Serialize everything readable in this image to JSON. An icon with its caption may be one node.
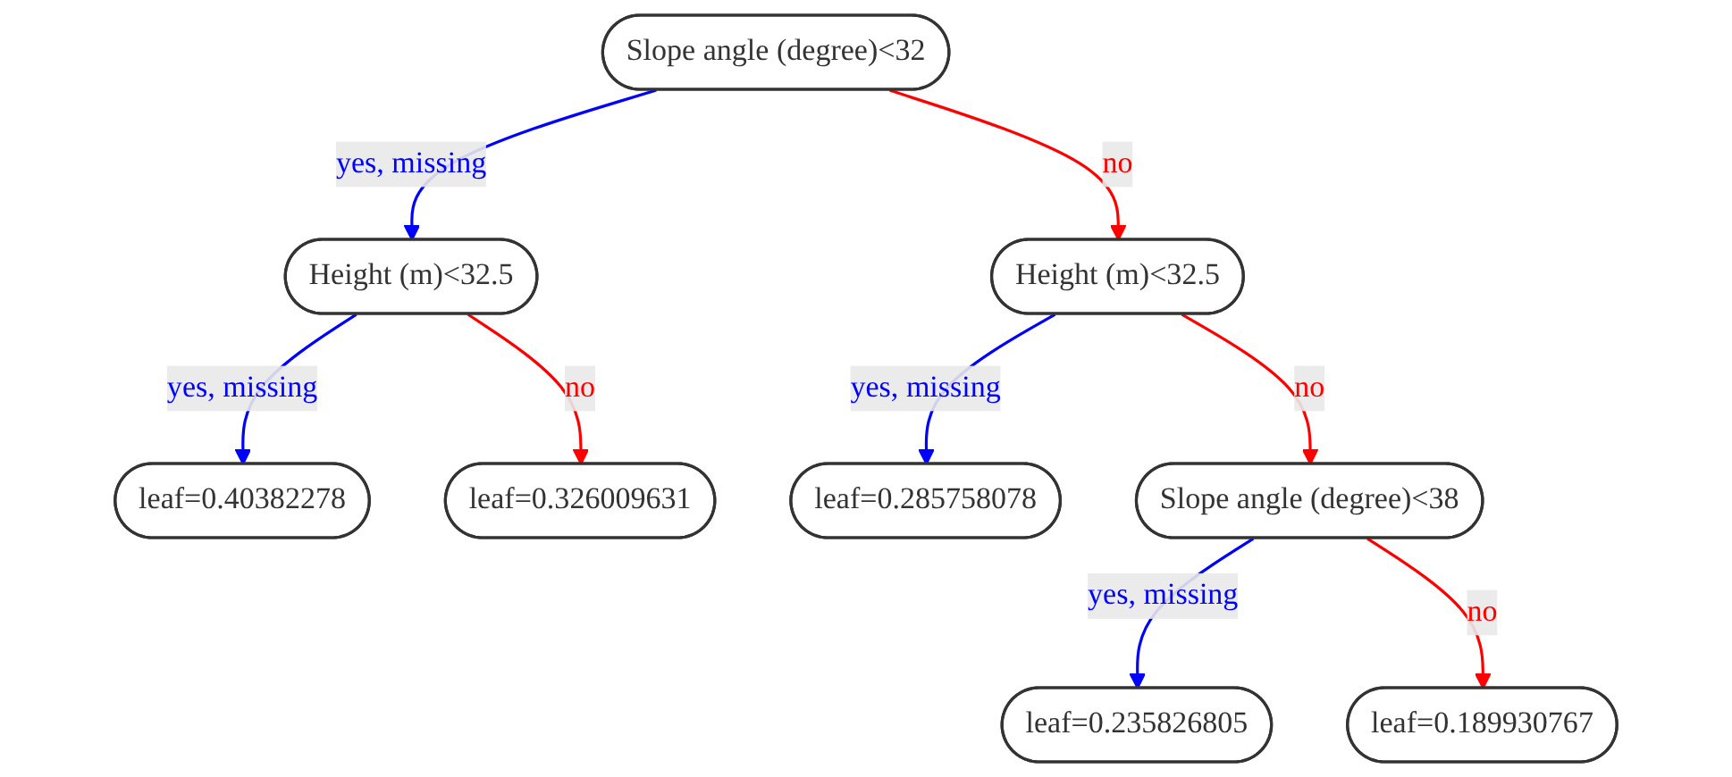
{
  "diagram": {
    "nodes": [
      {
        "text": [
          "Slope angle (degree)<32"
        ]
      },
      {
        "text": [
          "Height (m)<32.5"
        ]
      },
      {
        "text": [
          "Height (m)<32.5"
        ]
      },
      {
        "text": [
          "leaf=0.40382278"
        ]
      },
      {
        "text": [
          "leaf=0.326009631"
        ]
      },
      {
        "text": [
          "leaf=0.285758078"
        ]
      },
      {
        "text": [
          "Slope angle (degree)<38"
        ]
      },
      {
        "text": [
          "leaf=0.235826805"
        ]
      },
      {
        "text": [
          "leaf=0.189930767"
        ]
      }
    ],
    "edges": [
      {
        "from": 0,
        "to": 1,
        "arrow": "to",
        "label": "yes, missing",
        "color": "#0000ff"
      },
      {
        "from": 0,
        "to": 2,
        "arrow": "to",
        "label": "no",
        "color": "#ff0000"
      },
      {
        "from": 1,
        "to": 3,
        "arrow": "to",
        "label": "yes, missing",
        "color": "#0000ff"
      },
      {
        "from": 1,
        "to": 4,
        "arrow": "to",
        "label": "no",
        "color": "#ff0000"
      },
      {
        "from": 2,
        "to": 5,
        "arrow": "to",
        "label": "yes, missing",
        "color": "#0000ff"
      },
      {
        "from": 2,
        "to": 6,
        "arrow": "to",
        "label": "no",
        "color": "#ff0000"
      },
      {
        "from": 6,
        "to": 7,
        "arrow": "to",
        "label": "yes, missing",
        "color": "#0000ff"
      },
      {
        "from": 6,
        "to": 8,
        "arrow": "to",
        "label": "no",
        "color": "#ff0000"
      }
    ]
  }
}
